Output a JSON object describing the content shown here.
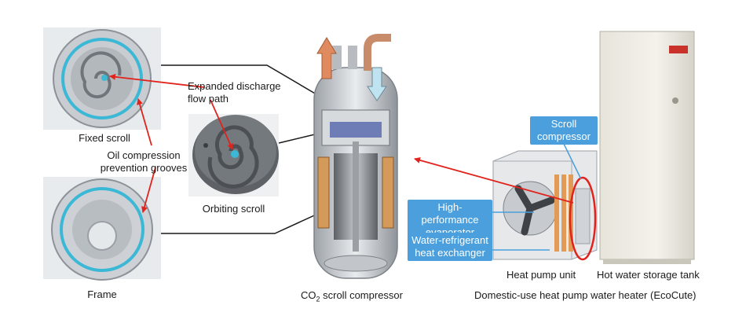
{
  "labels": {
    "fixed_scroll": "Fixed scroll",
    "oil_grooves_line1": "Oil compression",
    "oil_grooves_line2": "prevention grooves",
    "frame": "Frame",
    "discharge_line1": "Expanded discharge",
    "discharge_line2": "flow path",
    "orbiting_scroll": "Orbiting scroll",
    "co2_prefix": "CO",
    "co2_sub": "2",
    "co2_suffix": " scroll compressor",
    "heat_pump_unit": "Heat pump unit",
    "storage_tank": "Hot water storage tank",
    "system_caption": "Domestic-use heat pump water heater (EcoCute)"
  },
  "callouts": {
    "scroll_compressor_line1": "Scroll",
    "scroll_compressor_line2": "compressor",
    "evaporator_line1": "High-performance",
    "evaporator_line2": "evaporator",
    "exchanger_line1": "Water-refrigerant",
    "exchanger_line2": "heat exchanger"
  },
  "colors": {
    "callout_bg": "#4a9fdc",
    "red_arrow": "#e0231c",
    "groove_cyan": "#3bb8d6",
    "discharge_arrow": "#e08a5f",
    "suction_arrow": "#bfe3f0"
  }
}
